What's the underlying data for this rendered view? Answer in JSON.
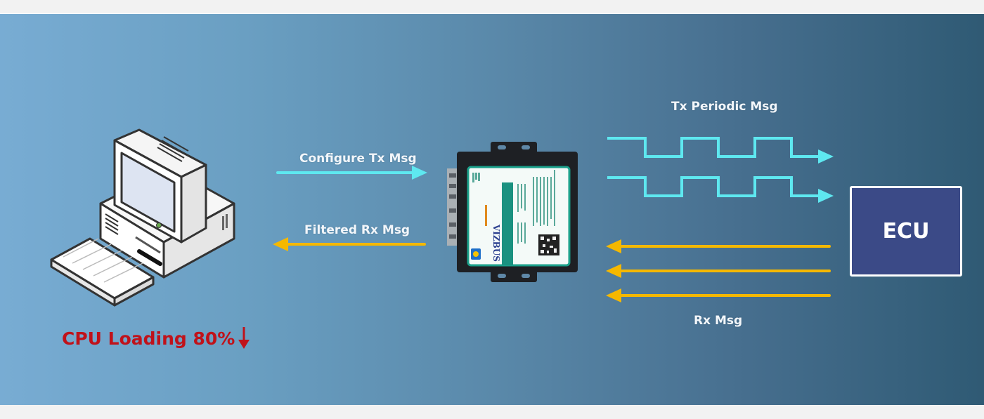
{
  "diagram": {
    "title": "CAN Bus Periodic Transmission and Filtered Reception",
    "computer": {
      "icon": "desktop-computer-icon",
      "status_label": "CPU Loading 80%",
      "status_trend_icon": "arrow-down-icon",
      "status_color": "#c0121a"
    },
    "links": {
      "configure_tx": {
        "label": "Configure Tx Msg",
        "direction": "computer-to-device",
        "color": "#5ee8f0"
      },
      "filtered_rx": {
        "label": "Filtered Rx Msg",
        "direction": "device-to-computer",
        "color": "#f5b800"
      },
      "tx_periodic": {
        "label": "Tx Periodic Msg",
        "direction": "device-to-ecu",
        "count": 2,
        "style": "square-wave",
        "color": "#5ee8f0"
      },
      "rx_msg": {
        "label": "Rx Msg",
        "direction": "ecu-to-device",
        "count": 3,
        "color": "#f5b800"
      }
    },
    "device": {
      "icon": "can-interface-device-icon",
      "brand": "VIZBUS"
    },
    "ecu": {
      "label": "ECU",
      "fill": "#3b4a87"
    }
  }
}
